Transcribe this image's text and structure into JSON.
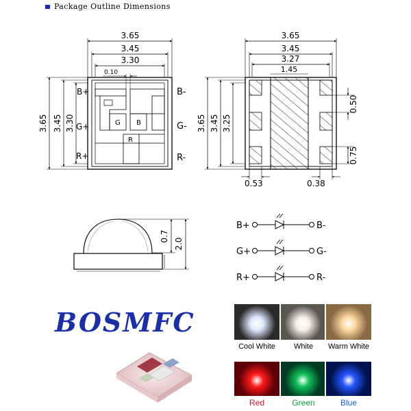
{
  "header": {
    "title": "Package Outline Dimensions",
    "bullet_color": "#1a22c8"
  },
  "top_view": {
    "dim_w_outer": "3.65",
    "dim_w_mid": "3.45",
    "dim_w_inner": "3.30",
    "dim_trace": "0.10",
    "dim_h_outer": "3.65",
    "dim_h_mid": "3.45",
    "dim_h_inner": "3.30",
    "pin_b_plus": "B+",
    "pin_g_plus": "G+",
    "pin_r_plus": "R+",
    "pin_b_minus": "B-",
    "pin_g_minus": "G-",
    "pin_r_minus": "R-",
    "die_g": "G",
    "die_b": "B",
    "die_r": "R"
  },
  "bottom_view": {
    "dim_w_outer": "3.65",
    "dim_w_mid": "3.45",
    "dim_w_inner": "3.27",
    "dim_pad": "1.45",
    "dim_h_outer": "3.65",
    "dim_h_mid": "3.45",
    "dim_h_inner": "3.25",
    "dim_side_gap": "0.50",
    "dim_side_pad": "0.75",
    "dim_pad_w_left": "0.53",
    "dim_pad_w_right": "0.38"
  },
  "side_view": {
    "dim_dome": "0.7",
    "dim_total": "2.0"
  },
  "circuit": {
    "rows": [
      {
        "plus": "B+",
        "minus": "B-"
      },
      {
        "plus": "G+",
        "minus": "G-"
      },
      {
        "plus": "R+",
        "minus": "R-"
      }
    ]
  },
  "brand": {
    "name": "BOSMFC",
    "color": "#1b2fa8"
  },
  "colors": {
    "row1": [
      {
        "label": "Cool White",
        "color": "#dfe8ff"
      },
      {
        "label": "White",
        "color": "#f4f1e6"
      },
      {
        "label": "Warm White",
        "color": "#ffd9a0"
      }
    ],
    "row2": [
      {
        "label": "Red",
        "color": "#ff1a1a",
        "text_color": "#e0141b"
      },
      {
        "label": "Green",
        "color": "#12c25a",
        "text_color": "#0f9f3c"
      },
      {
        "label": "Blue",
        "color": "#2455ff",
        "text_color": "#1b5fd6"
      }
    ]
  }
}
